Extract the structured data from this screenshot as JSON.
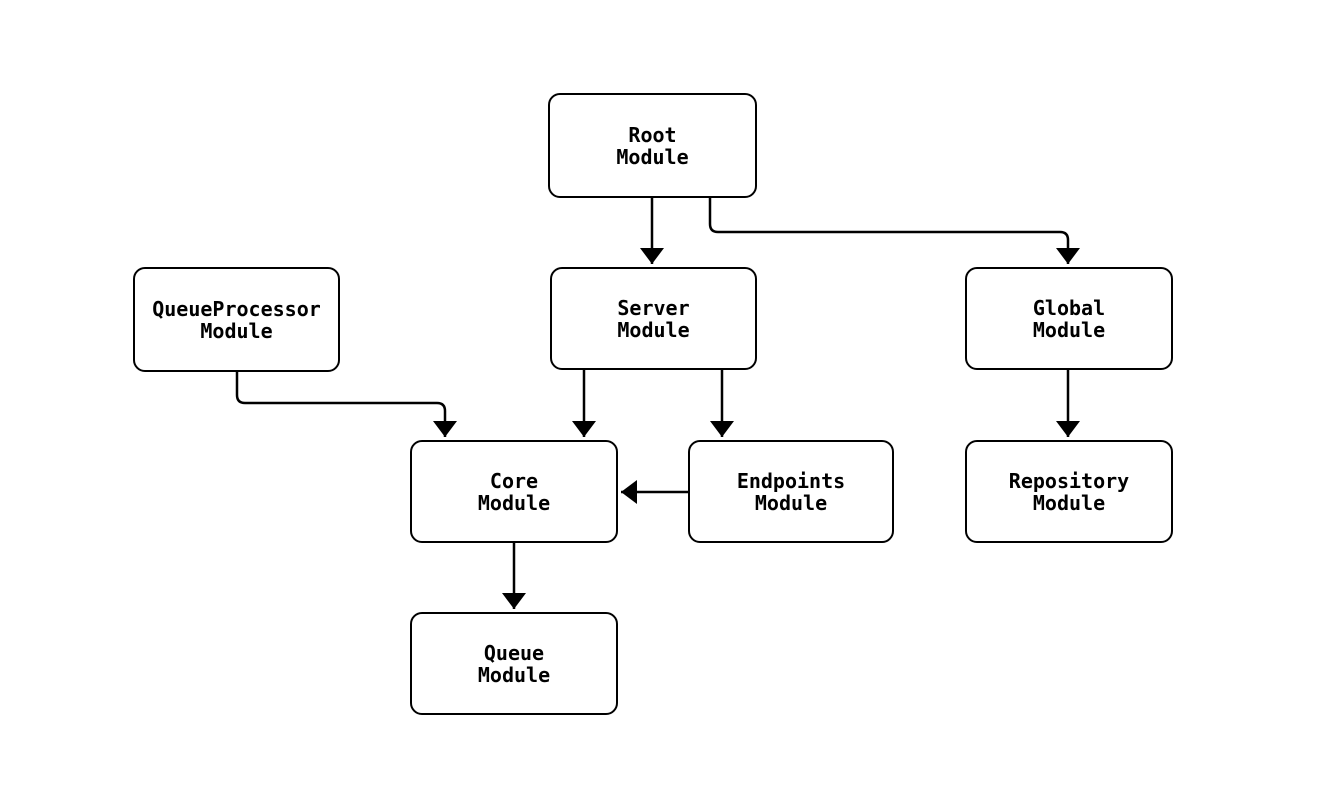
{
  "diagram": {
    "background_color": "#ffffff",
    "stroke_color": "#000000",
    "node_fill_color": "#ffffff",
    "nodes": [
      {
        "id": "root",
        "label": "Root\nModule"
      },
      {
        "id": "queueprocessor",
        "label": "QueueProcessor\nModule"
      },
      {
        "id": "server",
        "label": "Server\nModule"
      },
      {
        "id": "global",
        "label": "Global\nModule"
      },
      {
        "id": "core",
        "label": "Core\nModule"
      },
      {
        "id": "endpoints",
        "label": "Endpoints\nModule"
      },
      {
        "id": "repository",
        "label": "Repository\nModule"
      },
      {
        "id": "queue",
        "label": "Queue\nModule"
      }
    ],
    "edges": [
      {
        "from": "Root Module",
        "to": "Server Module"
      },
      {
        "from": "Root Module",
        "to": "Global Module"
      },
      {
        "from": "QueueProcessor Module",
        "to": "Core Module"
      },
      {
        "from": "Server Module",
        "to": "Core Module"
      },
      {
        "from": "Server Module",
        "to": "Endpoints Module"
      },
      {
        "from": "Endpoints Module",
        "to": "Core Module"
      },
      {
        "from": "Global Module",
        "to": "Repository Module"
      },
      {
        "from": "Core Module",
        "to": "Queue Module"
      }
    ]
  }
}
